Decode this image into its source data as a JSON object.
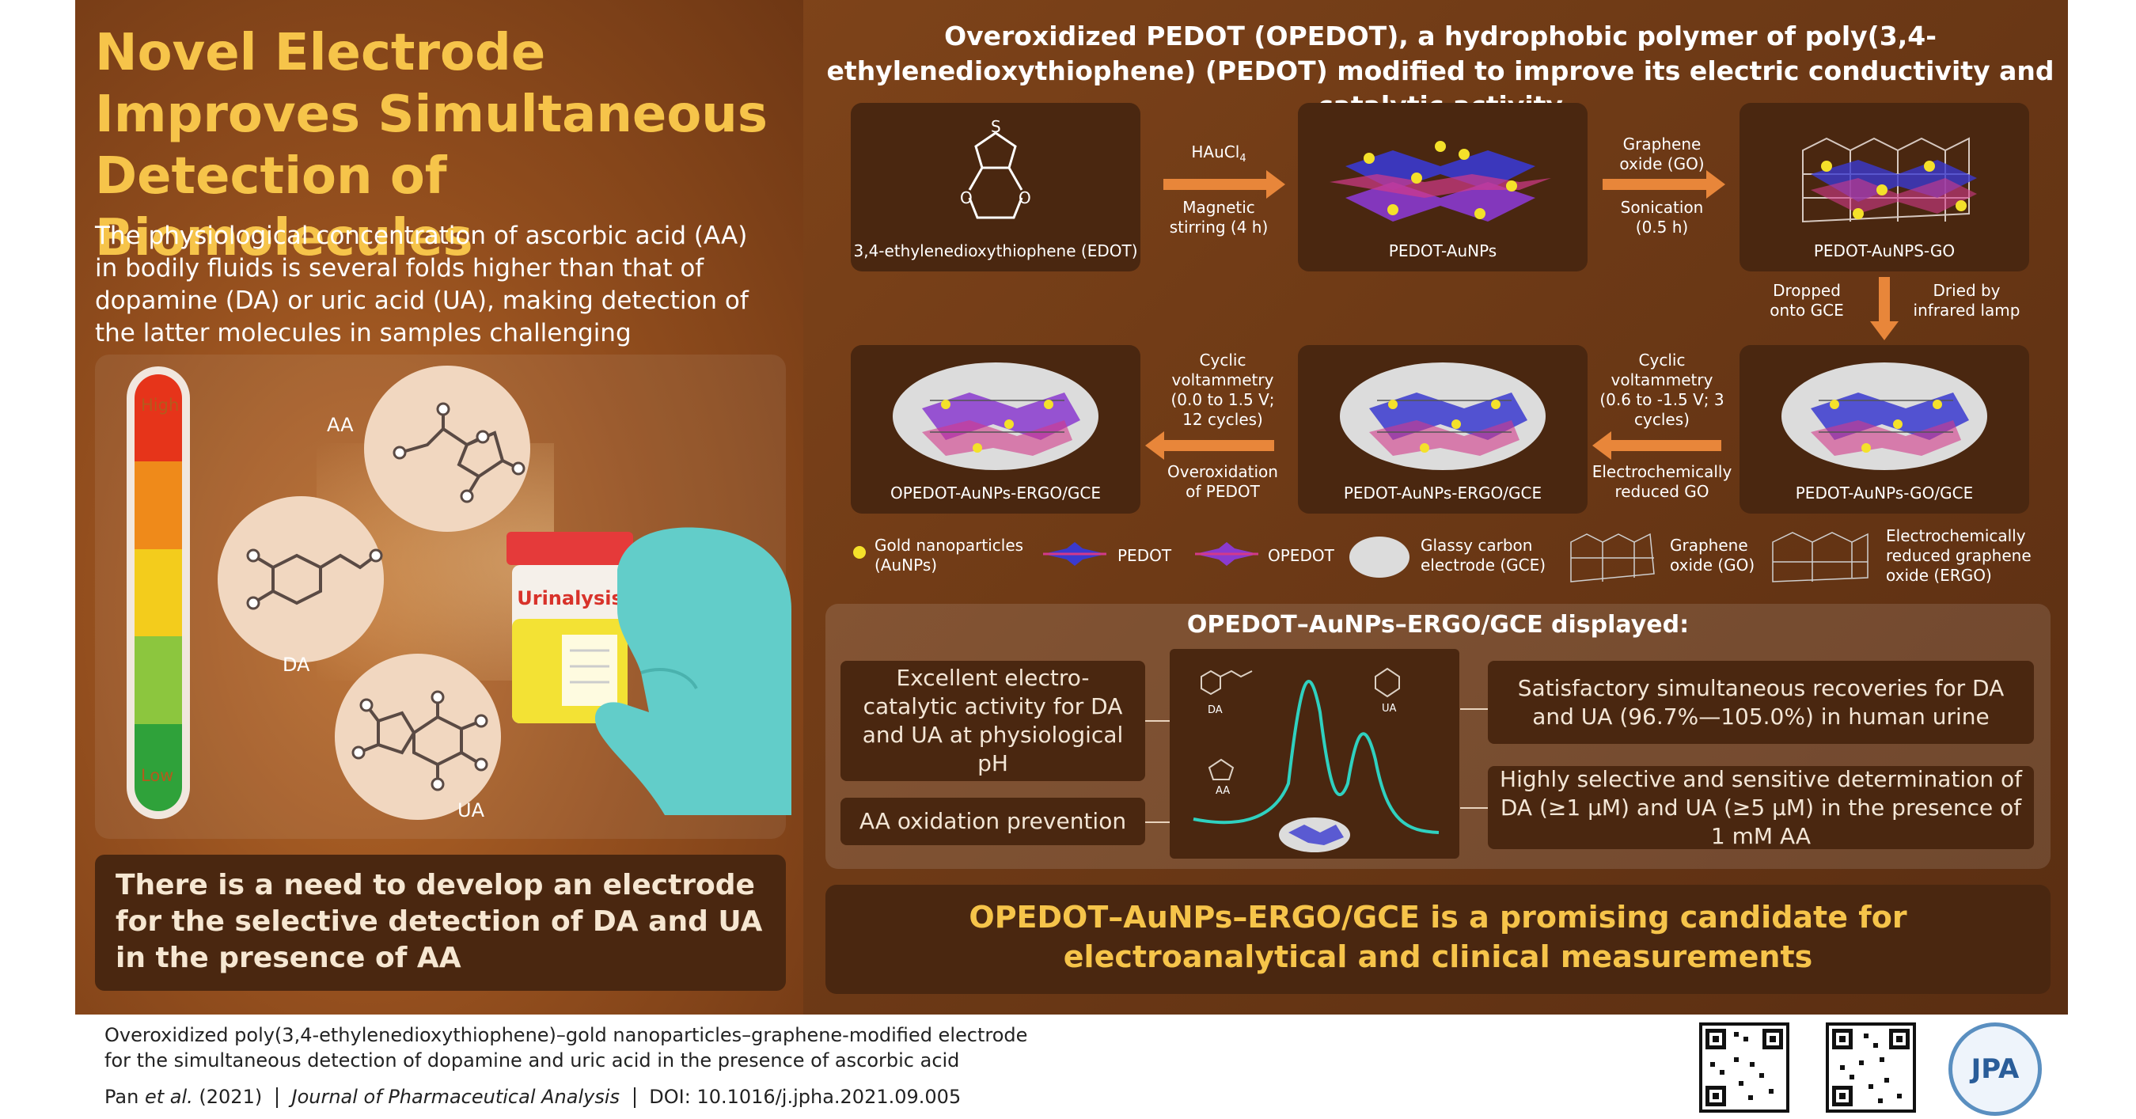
{
  "left": {
    "title": "Novel Electrode Improves Simultaneous Detection of Biomolecules",
    "intro": "The physiological concentration of ascorbic acid (AA) in bodily fluids is several folds higher than that of dopamine (DA) or uric acid (UA), making detection of the latter molecules in samples challenging",
    "scale_high": "High",
    "scale_low": "Low",
    "molecule_aa": "AA",
    "molecule_da": "DA",
    "molecule_ua": "UA",
    "cup_label": "Urinalysis",
    "need": "There is a need to develop an electrode for the selective detection of DA and UA in the presence of AA"
  },
  "right": {
    "title": "Overoxidized PEDOT (OPEDOT), a hydrophobic polymer of poly(3,4-ethylenedioxythiophene) (PEDOT) modified to improve its electric conductivity and catalytic activity",
    "steps": {
      "edot": "3,4-ethylenedioxythiophene (EDOT)",
      "pedot_aunps": "PEDOT-AuNPs",
      "pedot_aunps_go": "PEDOT-AuNPS-GO",
      "pedot_aunps_go_gce": "PEDOT-AuNPs-GO/GCE",
      "pedot_aunps_ergo_gce": "PEDOT-AuNPs-ERGO/GCE",
      "opedot_aunps_ergo_gce": "OPEDOT-AuNPs-ERGO/GCE"
    },
    "conditions": {
      "haucl4": "HAuCl",
      "haucl4_sub": "4",
      "magnetic": "Magnetic stirring (4 h)",
      "go": "Graphene oxide (GO)",
      "sonication": "Sonication (0.5 h)",
      "dropped": "Dropped onto GCE",
      "dried": "Dried by infrared lamp",
      "cv1": "Cyclic voltammetry (0.6 to -1.5 V; 3 cycles)",
      "ergo": "Electrochemically reduced GO",
      "cv2": "Cyclic voltammetry (0.0 to 1.5 V; 12 cycles)",
      "overox": "Overoxidation of PEDOT"
    },
    "edot_atoms": {
      "s": "S",
      "o1": "O",
      "o2": "O"
    },
    "legend": {
      "gold": "Gold nanoparticles (AuNPs)",
      "pedot": "PEDOT",
      "opedot": "OPEDOT",
      "gce": "Glassy carbon electrode (GCE)",
      "go": "Graphene oxide (GO)",
      "ergo": "Electrochemically reduced graphene oxide (ERGO)"
    },
    "displayed": {
      "title": "OPEDOT–AuNPs–ERGO/GCE  displayed:",
      "box1": "Excellent electro-catalytic activity for DA and UA at physiological pH",
      "box2": "AA oxidation prevention",
      "box3": "Satisfactory simultaneous recoveries for DA and UA (96.7%—105.0%) in human urine",
      "box4": "Highly selective and sensitive determination of DA (≥1 μM) and UA (≥5 μM) in the presence of 1 mM AA",
      "graph_da": "DA",
      "graph_ua": "UA",
      "graph_aa": "AA"
    },
    "conclusion": "OPEDOT–AuNPs–ERGO/GCE is a promising candidate for electroanalytical and clinical measurements"
  },
  "footer": {
    "citation_line1": "Overoxidized poly(3,4-ethylenedioxythiophene)–gold nanoparticles–graphene-modified electrode",
    "citation_line2": "for the simultaneous detection of dopamine and uric acid in the presence of ascorbic acid",
    "authors": "Pan",
    "etal": "et al.",
    "year": "(2021)",
    "journal": "Journal of Pharmaceutical Analysis",
    "doi": "DOI: 10.1016/j.jpha.2021.09.005",
    "seal": "JPA"
  },
  "colors": {
    "accent_yellow": "#f6c44a",
    "box_brown": "#4a2710",
    "arrow_orange": "#e8863a",
    "gold_np": "#f4e12a",
    "graph_line": "#2fd1c0"
  }
}
